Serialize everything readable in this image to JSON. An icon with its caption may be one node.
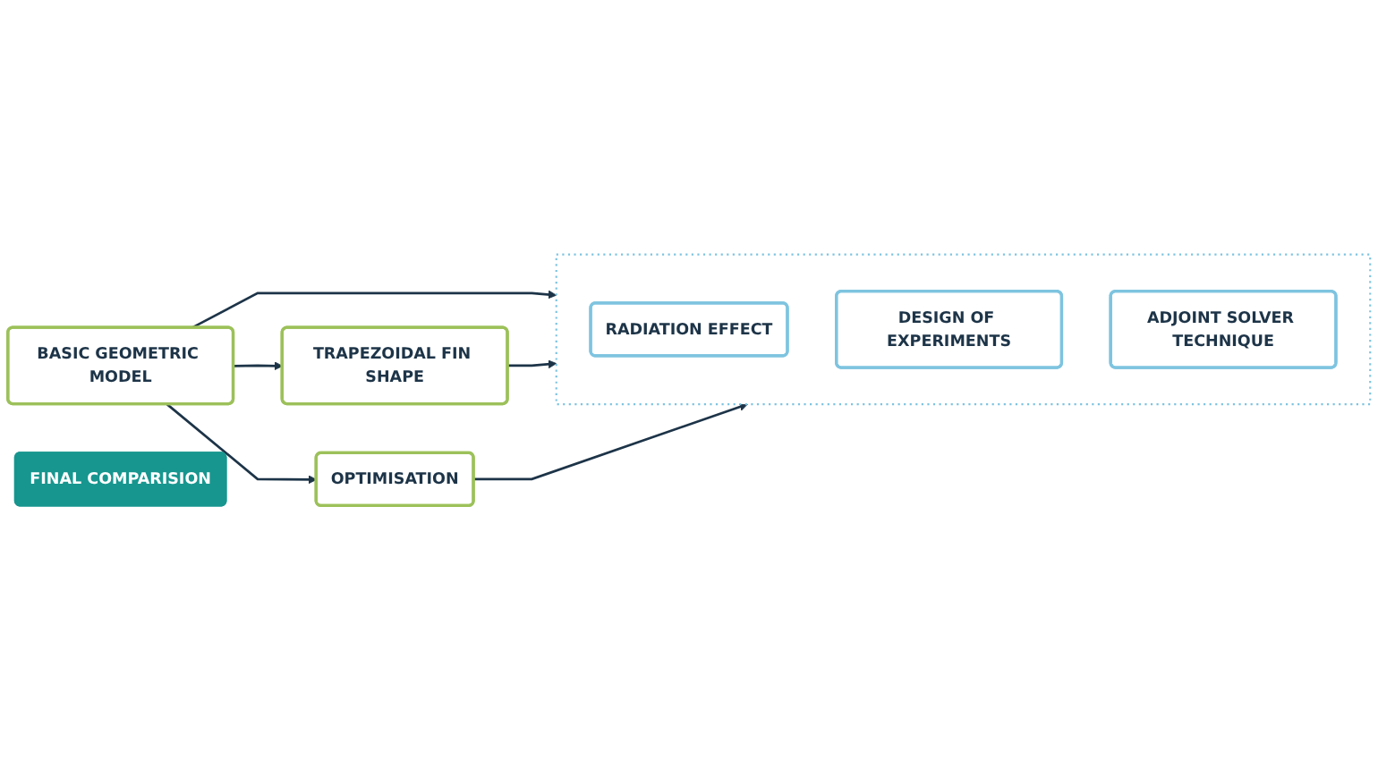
{
  "diagram": {
    "nodes": [
      {
        "text": [
          "BASIC GEOMETRIC MODEL"
        ]
      },
      {
        "text": [
          "TRAPEZOIDAL FIN SHAPE"
        ]
      },
      {
        "text": [
          "OPTIMISATION"
        ]
      },
      {
        "text": [],
        "shape": "box"
      },
      {
        "text": [
          "RADIATION EFFECT"
        ],
        "in": 3
      },
      {
        "text": [
          "DESIGN OF EXPERIMENTS"
        ],
        "in": 3
      },
      {
        "text": [
          "ADJOINT SOLVER TECHNIQUE"
        ],
        "in": 3
      },
      {
        "text": [
          "FINAL COMPARISION"
        ]
      }
    ],
    "edges": [
      {
        "from": 0,
        "to": 3,
        "arrow": "to"
      },
      {
        "from": 0,
        "to": 1,
        "arrow": "to"
      },
      {
        "from": 0,
        "to": 2,
        "arrow": "to"
      },
      {
        "from": 1,
        "to": 3,
        "arrow": "to"
      },
      {
        "from": 2,
        "to": 3,
        "arrow": "to"
      }
    ]
  }
}
